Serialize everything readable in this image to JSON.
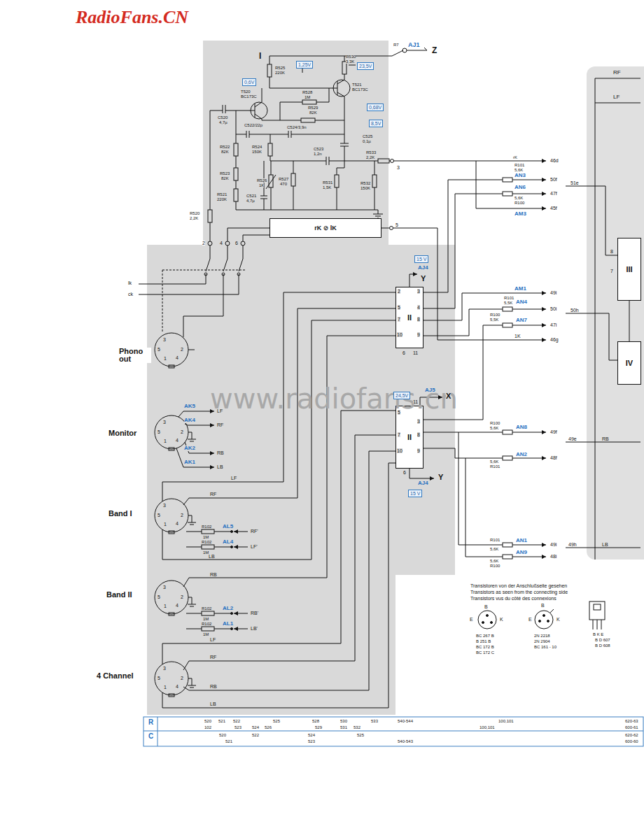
{
  "diagram": {
    "nodes": [
      {
        "text": [
          "I"
        ]
      },
      {
        "text": [
          "rK ⊘ lK"
        ],
        "in": 0
      },
      {
        "text": [
          "II"
        ]
      },
      {
        "text": [
          "II"
        ]
      },
      {
        "text": [
          "III"
        ]
      },
      {
        "text": [
          "IV"
        ]
      }
    ],
    "labels": [
      "RadioFans.CN",
      "www.radiofans.cn",
      "R525",
      "220K",
      "1,25V",
      "R530",
      "3,3K",
      "23,5V",
      "R7",
      "AJ1",
      "Z",
      "0,6V",
      "T521",
      "BC173C",
      "T520",
      "BC173C",
      "R528",
      "1M",
      "R529",
      "82K",
      "0,68V",
      "8,5V",
      "C520",
      "4,7µ",
      "C522/22p",
      "C524/3,9n",
      "C525",
      "0,1µ",
      "R522",
      "82K",
      "R524",
      "150K",
      "C523",
      "1,2n",
      "R533",
      "2,2K",
      "3",
      "R523",
      "82K",
      "R526",
      "1K",
      "R527",
      "470",
      "R531",
      "1,5K",
      "R532",
      "150K",
      "R521",
      "220K",
      "C521",
      "4,7µ",
      "R520",
      "2,2K",
      "5",
      "2",
      "4",
      "6",
      "lk",
      "ck",
      "Phono out",
      "Monitor",
      "Band I",
      "Band II",
      "4 Channel",
      "3",
      "5",
      "2",
      "4",
      "1",
      "3",
      "5",
      "2",
      "4",
      "1",
      "3",
      "5",
      "2",
      "4",
      "1",
      "3",
      "5",
      "2",
      "4",
      "1",
      "3",
      "5",
      "2",
      "4",
      "1",
      "AK5",
      "LF",
      "AK4",
      "RF",
      "AK2",
      "RB",
      "AK1",
      "LB",
      "LF",
      "RF",
      "R102",
      "1M",
      "AL5",
      "RF'",
      "R102",
      "1M",
      "AL4",
      "LF'",
      "LB",
      "RB",
      "R102",
      "1M",
      "AL2",
      "RB'",
      "R102",
      "1M",
      "AL1",
      "LB'",
      "LF",
      "RF",
      "RB",
      "LB",
      "15 V",
      "AJ4",
      "Y",
      "2",
      "5",
      "7",
      "10",
      "3",
      "4",
      "8",
      "9",
      "6",
      "11",
      "24,5V",
      "AJ5",
      "X",
      "11",
      "5",
      "7",
      "10",
      "3",
      "8",
      "9",
      "6",
      "AJ4",
      "Y",
      "15 V",
      "rK",
      "R101",
      "5,6K",
      "AN3",
      "46d",
      "50f",
      "AN6",
      "47f",
      "5,6K",
      "R100",
      "45f",
      "AM3",
      "51e",
      "AM1",
      "49i",
      "R101",
      "5,5K",
      "AN4",
      "50i",
      "R100",
      "5,5K",
      "AN7",
      "47i",
      "1K",
      "46g",
      "50h",
      "R100",
      "5,6K",
      "AN8",
      "49f",
      "49e",
      "RB",
      "5,6K",
      "R101",
      "AN2",
      "48f",
      "R101",
      "5,6K",
      "AN1",
      "49i",
      "AN9",
      "5,6K",
      "R100",
      "48i",
      "49h",
      "LB",
      "RF",
      "LF",
      "8",
      "7",
      "Transistoren von der Anschlußseite gesehen",
      "Transistors as seen from the connecting side",
      "Transistors vus du côté des connexions",
      "B",
      "E",
      "K",
      "BC 267 B",
      "B 251 B",
      "BC 172 B",
      "BC 172 C",
      "E",
      "B",
      "K",
      "2N 2218",
      "2N 2904",
      "BC 161 - 10",
      "B K E",
      "B D 607",
      "B D 608",
      "R",
      "C",
      "520",
      "521",
      "522",
      "525",
      "528",
      "530",
      "533",
      "540-544",
      "100,101",
      "620-63",
      "102",
      "523",
      "524",
      "526",
      "529",
      "531",
      "532",
      "100,101",
      "600-61",
      "520",
      "522",
      "524",
      "525",
      "620-62",
      "521",
      "523",
      "540-543",
      "600-60"
    ]
  }
}
